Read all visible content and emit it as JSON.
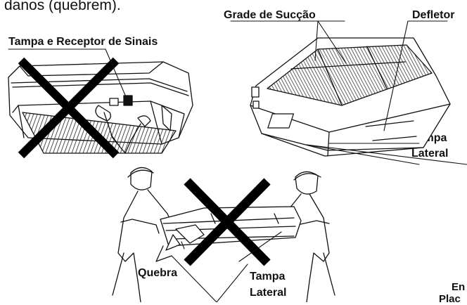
{
  "header_fragment": "danos (quebrem).",
  "labels": {
    "grade_succao": "Grade de Sucção",
    "defletor": "Defletor",
    "tampa_receptor": "Tampa e Receptor de Sinais",
    "tampa_lateral_top_line1": "Tampa",
    "tampa_lateral_top_line2": "Lateral",
    "quebra": "Quebra",
    "tampa_lateral_bottom_line1": "Tampa",
    "tampa_lateral_bottom_line2": "Lateral",
    "cut_right_line1": "En",
    "cut_right_line2": "Plac"
  },
  "colors": {
    "ink": "#111111",
    "hatch": "#222222",
    "cross": "#000000"
  }
}
